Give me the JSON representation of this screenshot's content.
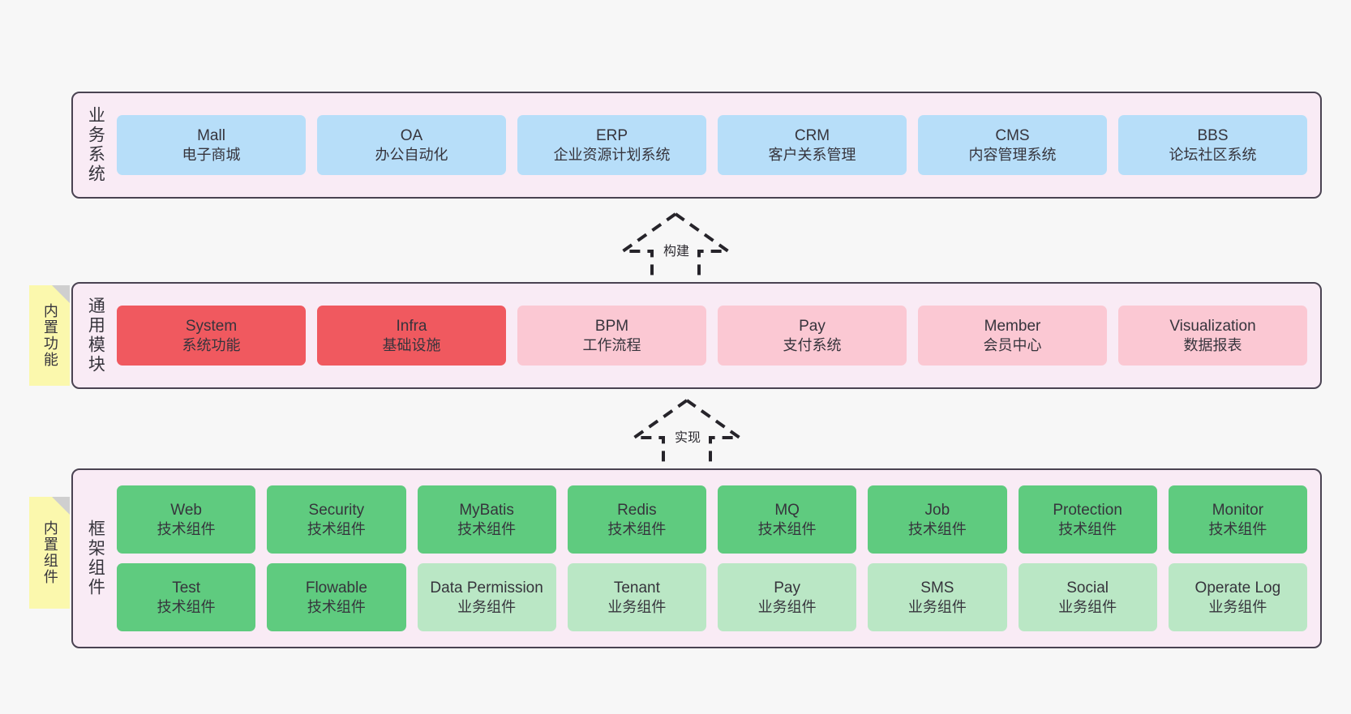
{
  "diagram": {
    "title": "",
    "background_color": "#f7f7f7",
    "container_fill": "#f9ebf5",
    "container_border": "#4a4352"
  },
  "layers": [
    {
      "id": "business",
      "label": "业务系统",
      "card_color": "#b7def9",
      "rows": [
        [
          {
            "en": "Mall",
            "cn": "电子商城"
          },
          {
            "en": "OA",
            "cn": "办公自动化"
          },
          {
            "en": "ERP",
            "cn": "企业资源计划系统"
          },
          {
            "en": "CRM",
            "cn": "客户关系管理"
          },
          {
            "en": "CMS",
            "cn": "内容管理系统"
          },
          {
            "en": "BBS",
            "cn": "论坛社区系统"
          }
        ]
      ]
    },
    {
      "id": "common",
      "label": "通用模块",
      "card_color": "#fbc8d3",
      "accent_color": "#f0595f",
      "rows": [
        [
          {
            "en": "System",
            "cn": "系统功能",
            "style": "c-red"
          },
          {
            "en": "Infra",
            "cn": "基础设施",
            "style": "c-red"
          },
          {
            "en": "BPM",
            "cn": "工作流程",
            "style": "c-pink"
          },
          {
            "en": "Pay",
            "cn": "支付系统",
            "style": "c-pink"
          },
          {
            "en": "Member",
            "cn": "会员中心",
            "style": "c-pink"
          },
          {
            "en": "Visualization",
            "cn": "数据报表",
            "style": "c-pink"
          }
        ]
      ]
    },
    {
      "id": "framework",
      "label": "框架组件",
      "card_color": "#5fcb7f",
      "accent_color": "#bae7c5",
      "rows": [
        [
          {
            "en": "Web",
            "cn": "技术组件",
            "style": "c-green"
          },
          {
            "en": "Security",
            "cn": "技术组件",
            "style": "c-green"
          },
          {
            "en": "MyBatis",
            "cn": "技术组件",
            "style": "c-green"
          },
          {
            "en": "Redis",
            "cn": "技术组件",
            "style": "c-green"
          },
          {
            "en": "MQ",
            "cn": "技术组件",
            "style": "c-green"
          },
          {
            "en": "Job",
            "cn": "技术组件",
            "style": "c-green"
          },
          {
            "en": "Protection",
            "cn": "技术组件",
            "style": "c-green"
          },
          {
            "en": "Monitor",
            "cn": "技术组件",
            "style": "c-green"
          }
        ],
        [
          {
            "en": "Test",
            "cn": "技术组件",
            "style": "c-green"
          },
          {
            "en": "Flowable",
            "cn": "技术组件",
            "style": "c-green"
          },
          {
            "en": "Data Permission",
            "cn": "业务组件",
            "style": "c-lgreen"
          },
          {
            "en": "Tenant",
            "cn": "业务组件",
            "style": "c-lgreen"
          },
          {
            "en": "Pay",
            "cn": "业务组件",
            "style": "c-lgreen"
          },
          {
            "en": "SMS",
            "cn": "业务组件",
            "style": "c-lgreen"
          },
          {
            "en": "Social",
            "cn": "业务组件",
            "style": "c-lgreen"
          },
          {
            "en": "Operate Log",
            "cn": "业务组件",
            "style": "c-lgreen"
          }
        ]
      ]
    }
  ],
  "sticky_notes": [
    {
      "id": "common",
      "text": "内置功能",
      "color": "#fbf8ad"
    },
    {
      "id": "framework",
      "text": "内置组件",
      "color": "#fbf8ad"
    }
  ],
  "arrows": [
    {
      "id": "build",
      "label": "构建",
      "style": "dashed-hollow-up"
    },
    {
      "id": "impl",
      "label": "实现",
      "style": "dashed-hollow-up"
    }
  ]
}
